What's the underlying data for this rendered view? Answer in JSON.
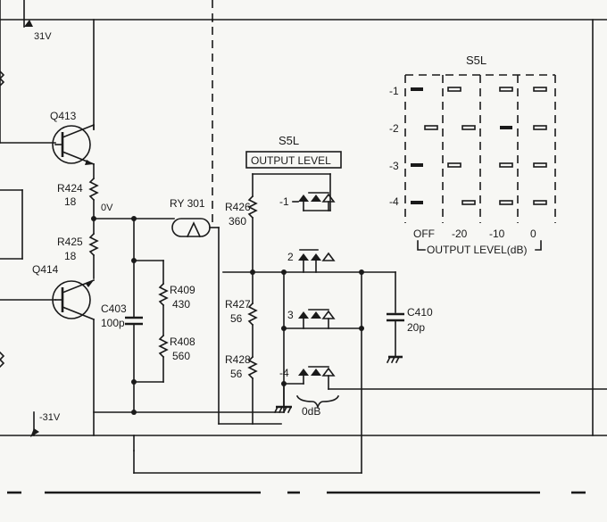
{
  "supply": {
    "pos": "31V",
    "neg": "-31V",
    "mid": "0V"
  },
  "transistors": {
    "upper": "Q413",
    "lower": "Q414"
  },
  "resistors": {
    "r424": {
      "name": "R424",
      "value": "18"
    },
    "r425": {
      "name": "R425",
      "value": "18"
    },
    "r409": {
      "name": "R409",
      "value": "430"
    },
    "r408": {
      "name": "R408",
      "value": "560"
    },
    "r426": {
      "name": "R426",
      "value": "360"
    },
    "r427": {
      "name": "R427",
      "value": "56"
    },
    "r428": {
      "name": "R428",
      "value": "56"
    }
  },
  "capacitors": {
    "c403": {
      "name": "C403",
      "value": "100p"
    },
    "c410": {
      "name": "C410",
      "value": "20p"
    }
  },
  "relay": "RY 301",
  "switch": {
    "name": "S5L",
    "title": "OUTPUT LEVEL",
    "positions": [
      "-1",
      "2",
      "3",
      "-4"
    ],
    "odb_label": "0dB"
  },
  "switch_table": {
    "title": "S5L",
    "rows": [
      "-1",
      "-2",
      "-3",
      "-4"
    ],
    "columns": [
      "OFF",
      "-20",
      "-10",
      "0"
    ],
    "caption": "OUTPUT LEVEL(dB)"
  }
}
